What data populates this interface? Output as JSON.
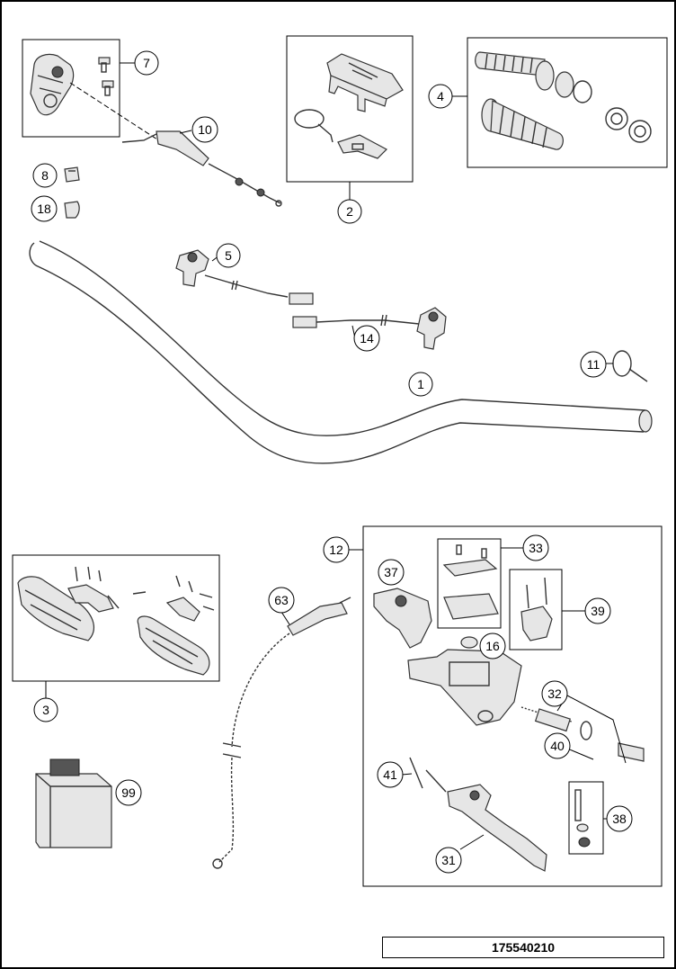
{
  "diagram": {
    "reference_number": "175540210",
    "callouts": {
      "c1": "1",
      "c2": "2",
      "c3": "3",
      "c4": "4",
      "c5": "5",
      "c7": "7",
      "c8": "8",
      "c10": "10",
      "c11": "11",
      "c12": "12",
      "c14": "14",
      "c16": "16",
      "c18": "18",
      "c31": "31",
      "c32": "32",
      "c33": "33",
      "c37": "37",
      "c38": "38",
      "c39": "39",
      "c40": "40",
      "c41": "41",
      "c63": "63",
      "c99": "99"
    }
  }
}
